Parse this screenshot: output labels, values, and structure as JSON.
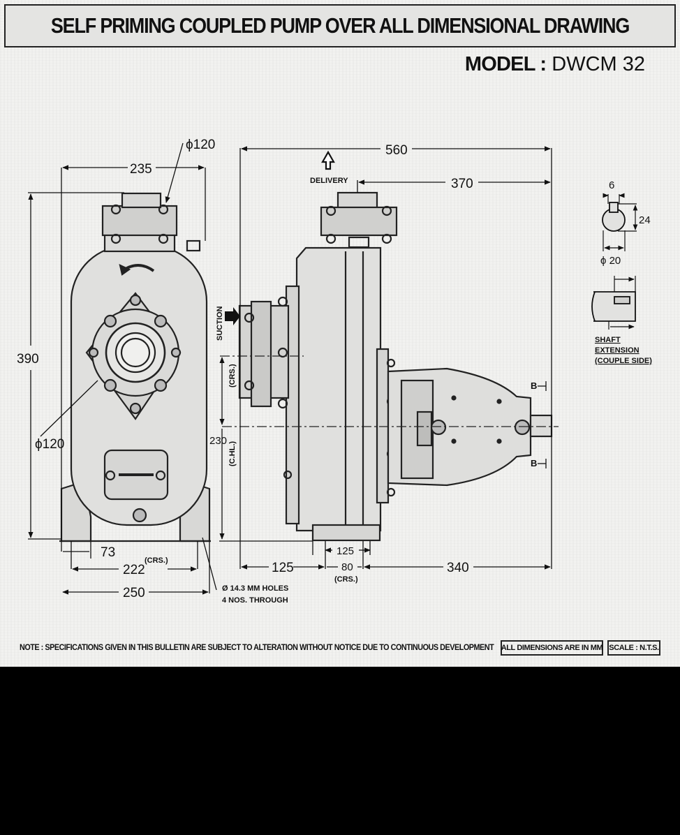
{
  "title": "SELF PRIMING COUPLED PUMP OVER ALL DIMENSIONAL DRAWING",
  "model": {
    "label": "MODEL :",
    "value": "DWCM 32"
  },
  "front_view": {
    "width_top": "235",
    "flange_dia_top": "ϕ120",
    "height": "390",
    "flange_dia_side": "ϕ120",
    "foot_offset": "73",
    "foot_crs": "222",
    "crs_tag": "(CRS.)",
    "base_width": "250",
    "holes_line1": "Ø  14.3 MM HOLES",
    "holes_line2": "4   NOS. THROUGH"
  },
  "side_view": {
    "overall_length": "560",
    "delivery_label": "DELIVERY",
    "delivery_offset": "370",
    "suction_label": "SUCTION",
    "crs_label": "(CRS.)",
    "center_height": "230",
    "center_height_label": "(C.HL.)",
    "foot_125_top": "125",
    "left_125": "125",
    "crs_80": "80",
    "crs_80_tag": "(CRS.)",
    "right_340": "340",
    "section_b1": "B",
    "section_b2": "B"
  },
  "shaft": {
    "key_width": "6",
    "height": "24",
    "dia": "ϕ 20",
    "label_line1": "SHAFT",
    "label_line2": "EXTENSION",
    "label_line3": "(COUPLE SIDE)"
  },
  "note": "NOTE : SPECIFICATIONS GIVEN IN THIS BULLETIN ARE SUBJECT TO ALTERATION WITHOUT NOTICE DUE TO CONTINUOUS DEVELOPMENT",
  "units_note": "ALL DIMENSIONS ARE IN MM",
  "scale_note": "SCALE : N.T.S."
}
